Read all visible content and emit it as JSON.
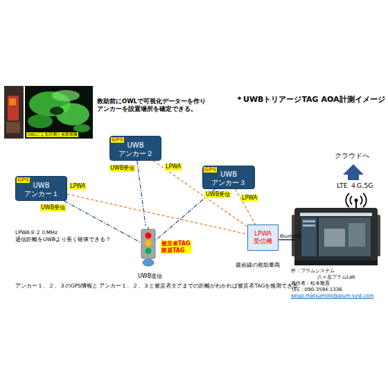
{
  "diagram": {
    "title": "＊UWBトリアージTAG AOA計測イメージ",
    "nodes": [
      {
        "text": [
          "GPS",
          "UWB アンカー２"
        ]
      },
      {
        "text": [
          "GPS",
          "UWB アンカー３"
        ]
      },
      {
        "text": [
          "GPS",
          "UWB アンカー１"
        ]
      },
      {
        "text": [
          "被災者TAG 隊員TAG",
          "UWB送信"
        ]
      },
      {
        "text": [
          "LPWA 受信機"
        ]
      }
    ],
    "edges": [
      {
        "from": 0,
        "to": 3,
        "arrow": "none"
      },
      {
        "from": 1,
        "to": 3,
        "arrow": "none"
      },
      {
        "from": 2,
        "to": 3,
        "arrow": "none"
      },
      {
        "from": 0,
        "to": 4,
        "arrow": "none"
      },
      {
        "from": 1,
        "to": 4,
        "arrow": "none"
      },
      {
        "from": 2,
        "to": 4,
        "arrow": "none"
      }
    ],
    "labels": [
      "OWLによる計測と点群画像",
      "救助前にOWLで可視化データーを作り アンカーを設置場所を確定できる。",
      "UWB受信",
      "LPWA",
      "LPWA",
      "UWB受信",
      "UWB受信",
      "LPWA",
      "クラウドへ",
      "LTE ４G,5G",
      "LPWA９２０MHz 通信距離をUWBより長く確保できる？",
      "Bluetooth",
      "最前線の救助車両",
      "アンカー１、２、３のGPS情報と アンカー１、２、３と被災者タグまでの距離がわかれば被災者TAGを推測できる。",
      "作：プラムシステム",
      "八ヶ岳プラムLab",
      "責任者：松本敬吾",
      "TEL：090-3594-1336",
      "keigo.matsumoto@plum-syst.com"
    ]
  }
}
